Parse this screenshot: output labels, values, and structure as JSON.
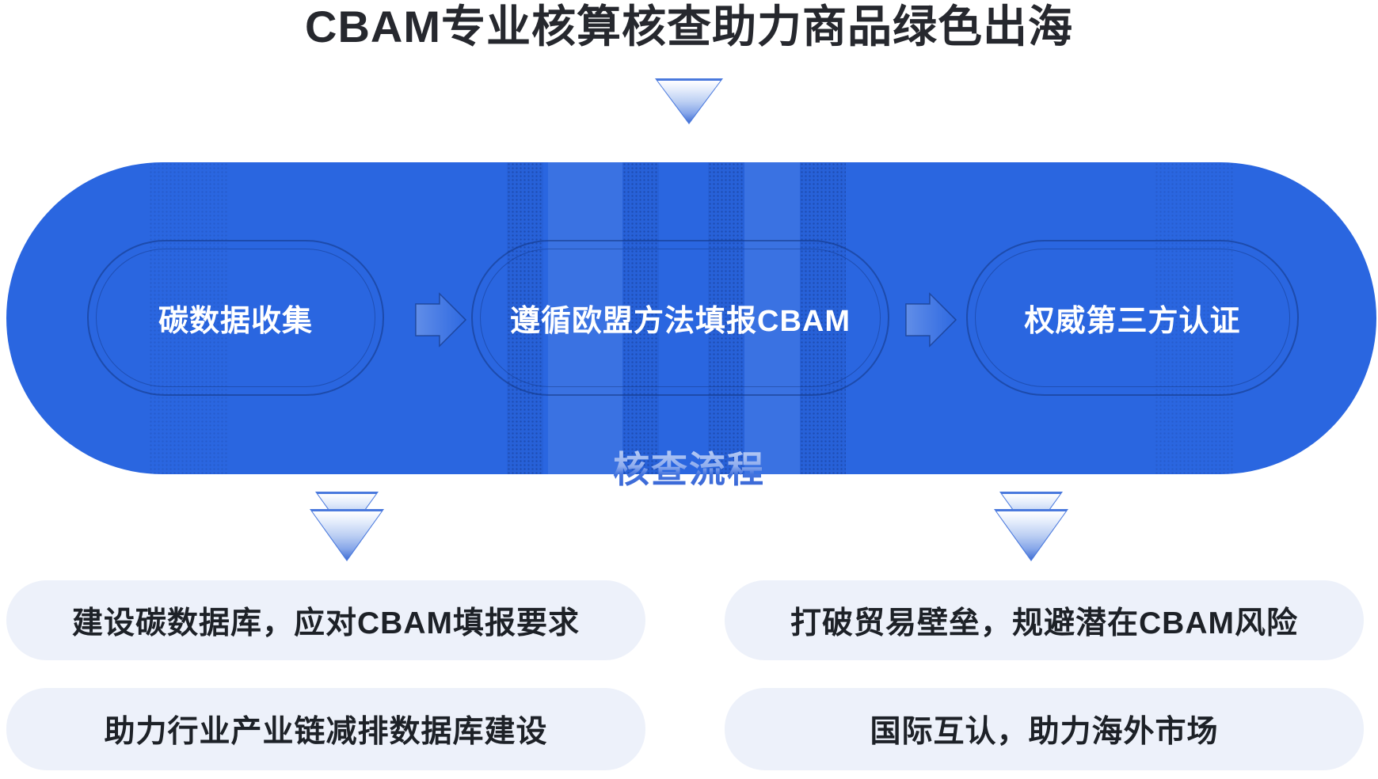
{
  "title": "CBAM专业核算核查助力商品绿色出海",
  "process": {
    "label": "核查流程",
    "steps": [
      {
        "label": "碳数据收集"
      },
      {
        "label": "遵循欧盟方法填报CBAM"
      },
      {
        "label": "权威第三方认证"
      }
    ]
  },
  "benefits": {
    "left": [
      {
        "label": "建设碳数据库，应对CBAM填报要求"
      },
      {
        "label": "助力行业产业链减排数据库建设"
      }
    ],
    "right": [
      {
        "label": "打破贸易壁垒，规避潜在CBAM风险"
      },
      {
        "label": "国际互认，助力海外市场"
      }
    ]
  },
  "icons": {
    "flow_down_arrow": "triangle-down",
    "step_arrow": "block-arrow-right"
  },
  "colors": {
    "banner_blue": "#2A66E0",
    "benefit_box_bg": "#EDF1FA",
    "title_text": "#26282E",
    "flow_label_blue": "#3E6FD9",
    "step_text": "#FFFFFF"
  }
}
